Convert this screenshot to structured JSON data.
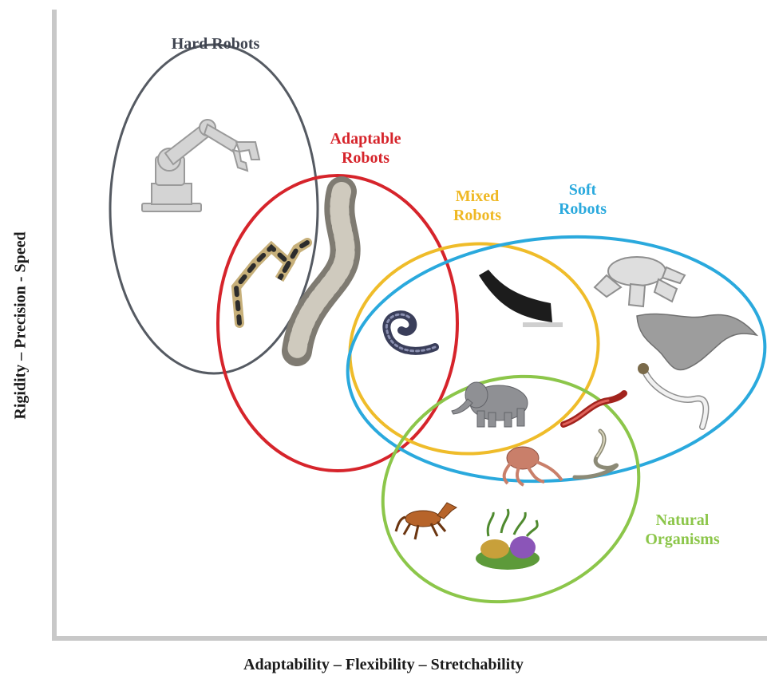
{
  "axes": {
    "x_label": "Adaptability – Flexibility – Stretchability",
    "y_label": "Rigidity – Precision - Speed"
  },
  "categories": [
    {
      "key": "hard",
      "label_lines": [
        "Hard Robots"
      ],
      "color": "#3f4450"
    },
    {
      "key": "adaptable",
      "label_lines": [
        "Adaptable",
        "Robots"
      ],
      "color": "#d6242b"
    },
    {
      "key": "mixed",
      "label_lines": [
        "Mixed",
        "Robots"
      ],
      "color": "#efb824"
    },
    {
      "key": "soft",
      "label_lines": [
        "Soft",
        "Robots"
      ],
      "color": "#2aa9dd"
    },
    {
      "key": "natural",
      "label_lines": [
        "Natural",
        "Organisms"
      ],
      "color": "#8cc64a"
    }
  ],
  "icons": [
    "industrial-robot-arm-icon",
    "modular-snake-robot-icon",
    "segmented-continuum-robot-icon",
    "coiled-tentacle-robot-icon",
    "soft-bending-actuator-icon",
    "soft-gripper-icon",
    "soft-elephant-trunk-robot-icon",
    "soft-snake-robot-icon",
    "elephant-icon",
    "worm-icon",
    "octopus-icon",
    "snake-icon",
    "horse-icon",
    "sea-anemone-icon"
  ]
}
